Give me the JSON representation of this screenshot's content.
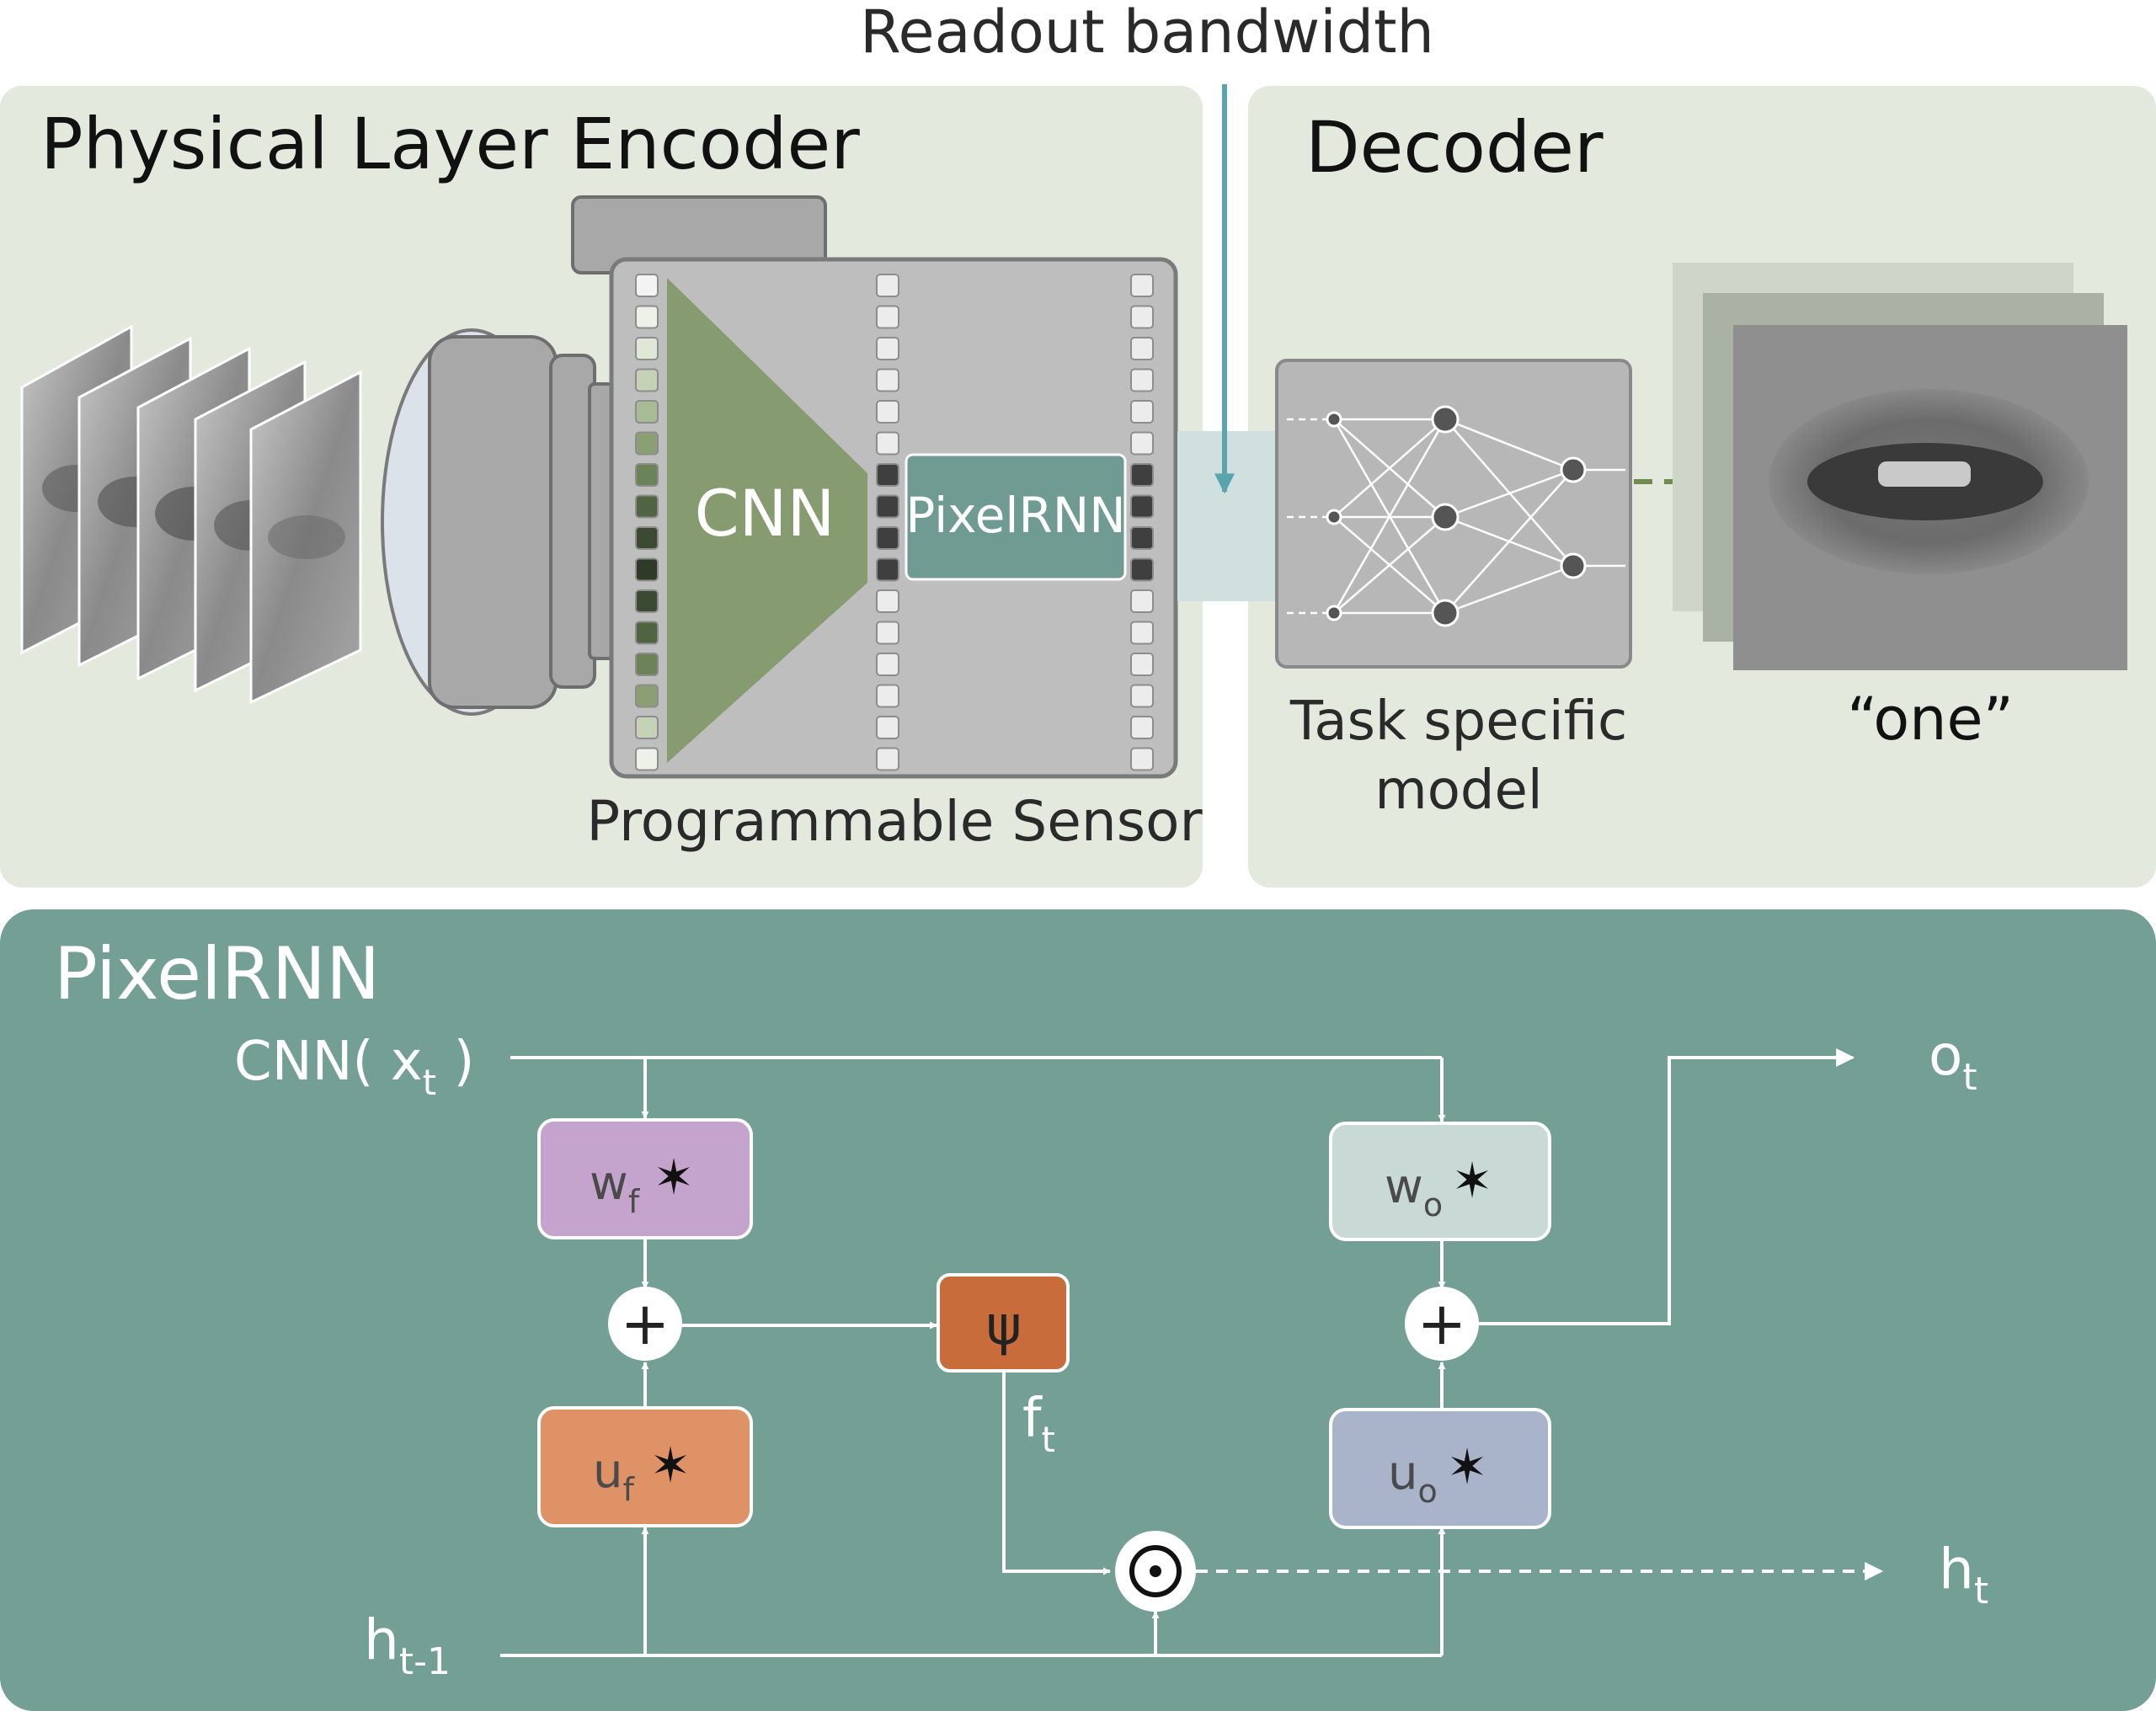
{
  "top": {
    "readout_label": "Readout bandwidth"
  },
  "encoder": {
    "title": "Physical Layer Encoder",
    "cnn_label": "CNN",
    "pixelrnn_label": "PixelRNN",
    "sensor_caption": "Programmable Sensor"
  },
  "decoder": {
    "title": "Decoder",
    "model_caption_line1": "Task specific",
    "model_caption_line2": "model",
    "output_word": "“one”"
  },
  "pixelrnn_panel": {
    "title": "PixelRNN",
    "input_main": "CNN( x",
    "input_sub": "t",
    "input_close": " )",
    "wf_main": "w",
    "wf_sub": "f",
    "uf_main": "u",
    "uf_sub": "f",
    "wo_main": "w",
    "wo_sub": "o",
    "uo_main": "u",
    "uo_sub": "o",
    "conv_symbol": "✶",
    "plus_symbol": "+",
    "psi_symbol": "ψ",
    "hadamard_symbol": "⊙",
    "ft_main": "f",
    "ft_sub": "t",
    "ot_main": "o",
    "ot_sub": "t",
    "ht_main": "h",
    "ht_sub": "t",
    "htm1_main": "h",
    "htm1_sub": "t-1"
  },
  "colors": {
    "panel_light": "#e3e9dd",
    "panel_dark": "#739f95",
    "cnn_green": "#879b71",
    "pixelrnn_teal": "#6f9b93",
    "readout_arrow": "#5aa5ad",
    "wf_box": "#c4a3cc",
    "uf_box": "#df9266",
    "psi_box": "#c96c3b",
    "wo_box": "#c9dad6",
    "uo_box": "#a9b4ca",
    "camera_gray": "#a8a8a8",
    "sensor_gray": "#bebebe"
  }
}
